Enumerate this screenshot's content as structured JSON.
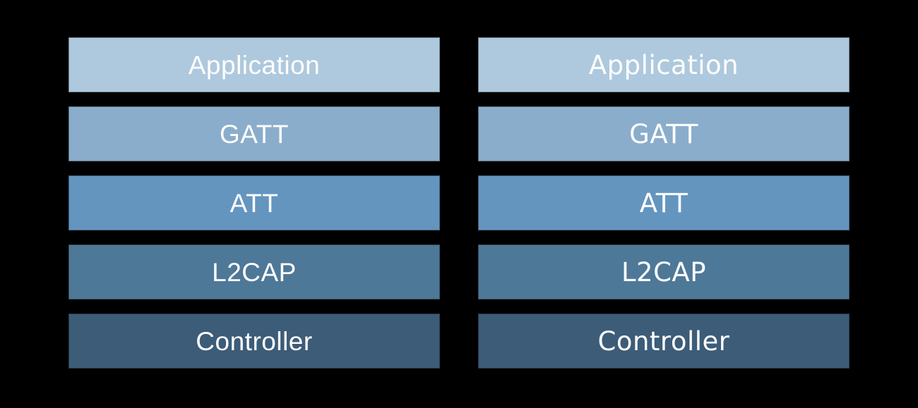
{
  "canvas": {
    "background": "#000000"
  },
  "diagram": {
    "text_color": "#fdfdfd",
    "stacks": [
      {
        "name": "left",
        "layers": [
          {
            "label": "Application",
            "color": "#aec9dd"
          },
          {
            "label": "GATT",
            "color": "#8aadcb"
          },
          {
            "label": "ATT",
            "color": "#6495bf"
          },
          {
            "label": "L2CAP",
            "color": "#4e7897"
          },
          {
            "label": "Controller",
            "color": "#3c5c78"
          }
        ]
      },
      {
        "name": "right",
        "layers": [
          {
            "label": "Application",
            "color": "#aec9dd"
          },
          {
            "label": "GATT",
            "color": "#8aadcb"
          },
          {
            "label": "ATT",
            "color": "#6495bf"
          },
          {
            "label": "L2CAP",
            "color": "#4e7897"
          },
          {
            "label": "Controller",
            "color": "#3c5c78"
          }
        ]
      }
    ]
  }
}
